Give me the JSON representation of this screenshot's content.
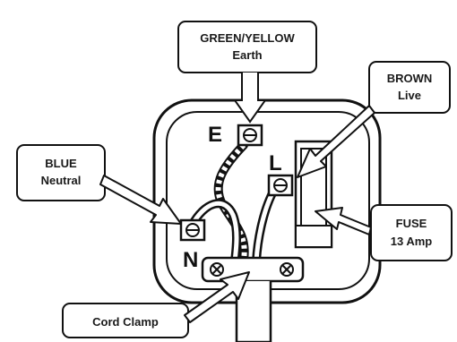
{
  "labels": {
    "earth": {
      "line1": "GREEN/YELLOW",
      "line2": "Earth"
    },
    "live": {
      "line1": "BROWN",
      "line2": "Live"
    },
    "neutral": {
      "line1": "BLUE",
      "line2": "Neutral"
    },
    "fuse": {
      "line1": "FUSE",
      "line2": "13 Amp"
    },
    "clamp": {
      "line1": "Cord Clamp"
    }
  },
  "terminals": {
    "earth": "E",
    "live": "L",
    "neutral": "N"
  }
}
